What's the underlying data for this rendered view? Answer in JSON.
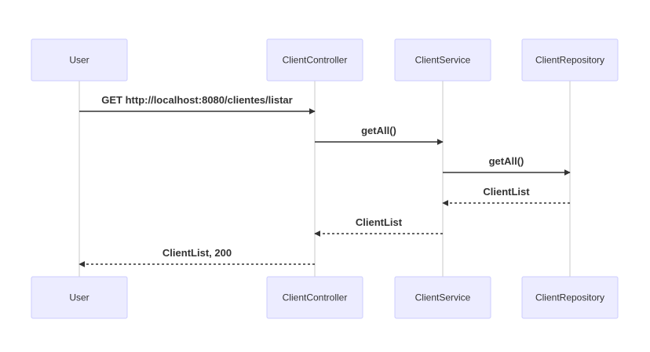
{
  "participants": [
    {
      "id": "user",
      "label": "User"
    },
    {
      "id": "controller",
      "label": "ClientController"
    },
    {
      "id": "service",
      "label": "ClientService"
    },
    {
      "id": "repository",
      "label": "ClientRepository"
    }
  ],
  "messages": [
    {
      "from": "user",
      "to": "controller",
      "label": "GET http://localhost:8080/clientes/listar",
      "style": "solid"
    },
    {
      "from": "controller",
      "to": "service",
      "label": "getAll()",
      "style": "solid"
    },
    {
      "from": "service",
      "to": "repository",
      "label": "getAll()",
      "style": "solid"
    },
    {
      "from": "repository",
      "to": "service",
      "label": "ClientList",
      "style": "dotted"
    },
    {
      "from": "service",
      "to": "controller",
      "label": "ClientList",
      "style": "dotted"
    },
    {
      "from": "controller",
      "to": "user",
      "label": "ClientList, 200",
      "style": "dotted"
    }
  ],
  "colors": {
    "actor_fill": "#ECECFF",
    "actor_stroke": "#CCCCFF",
    "line": "#333333",
    "lifeline": "#BBBBBB",
    "text": "#333333"
  }
}
